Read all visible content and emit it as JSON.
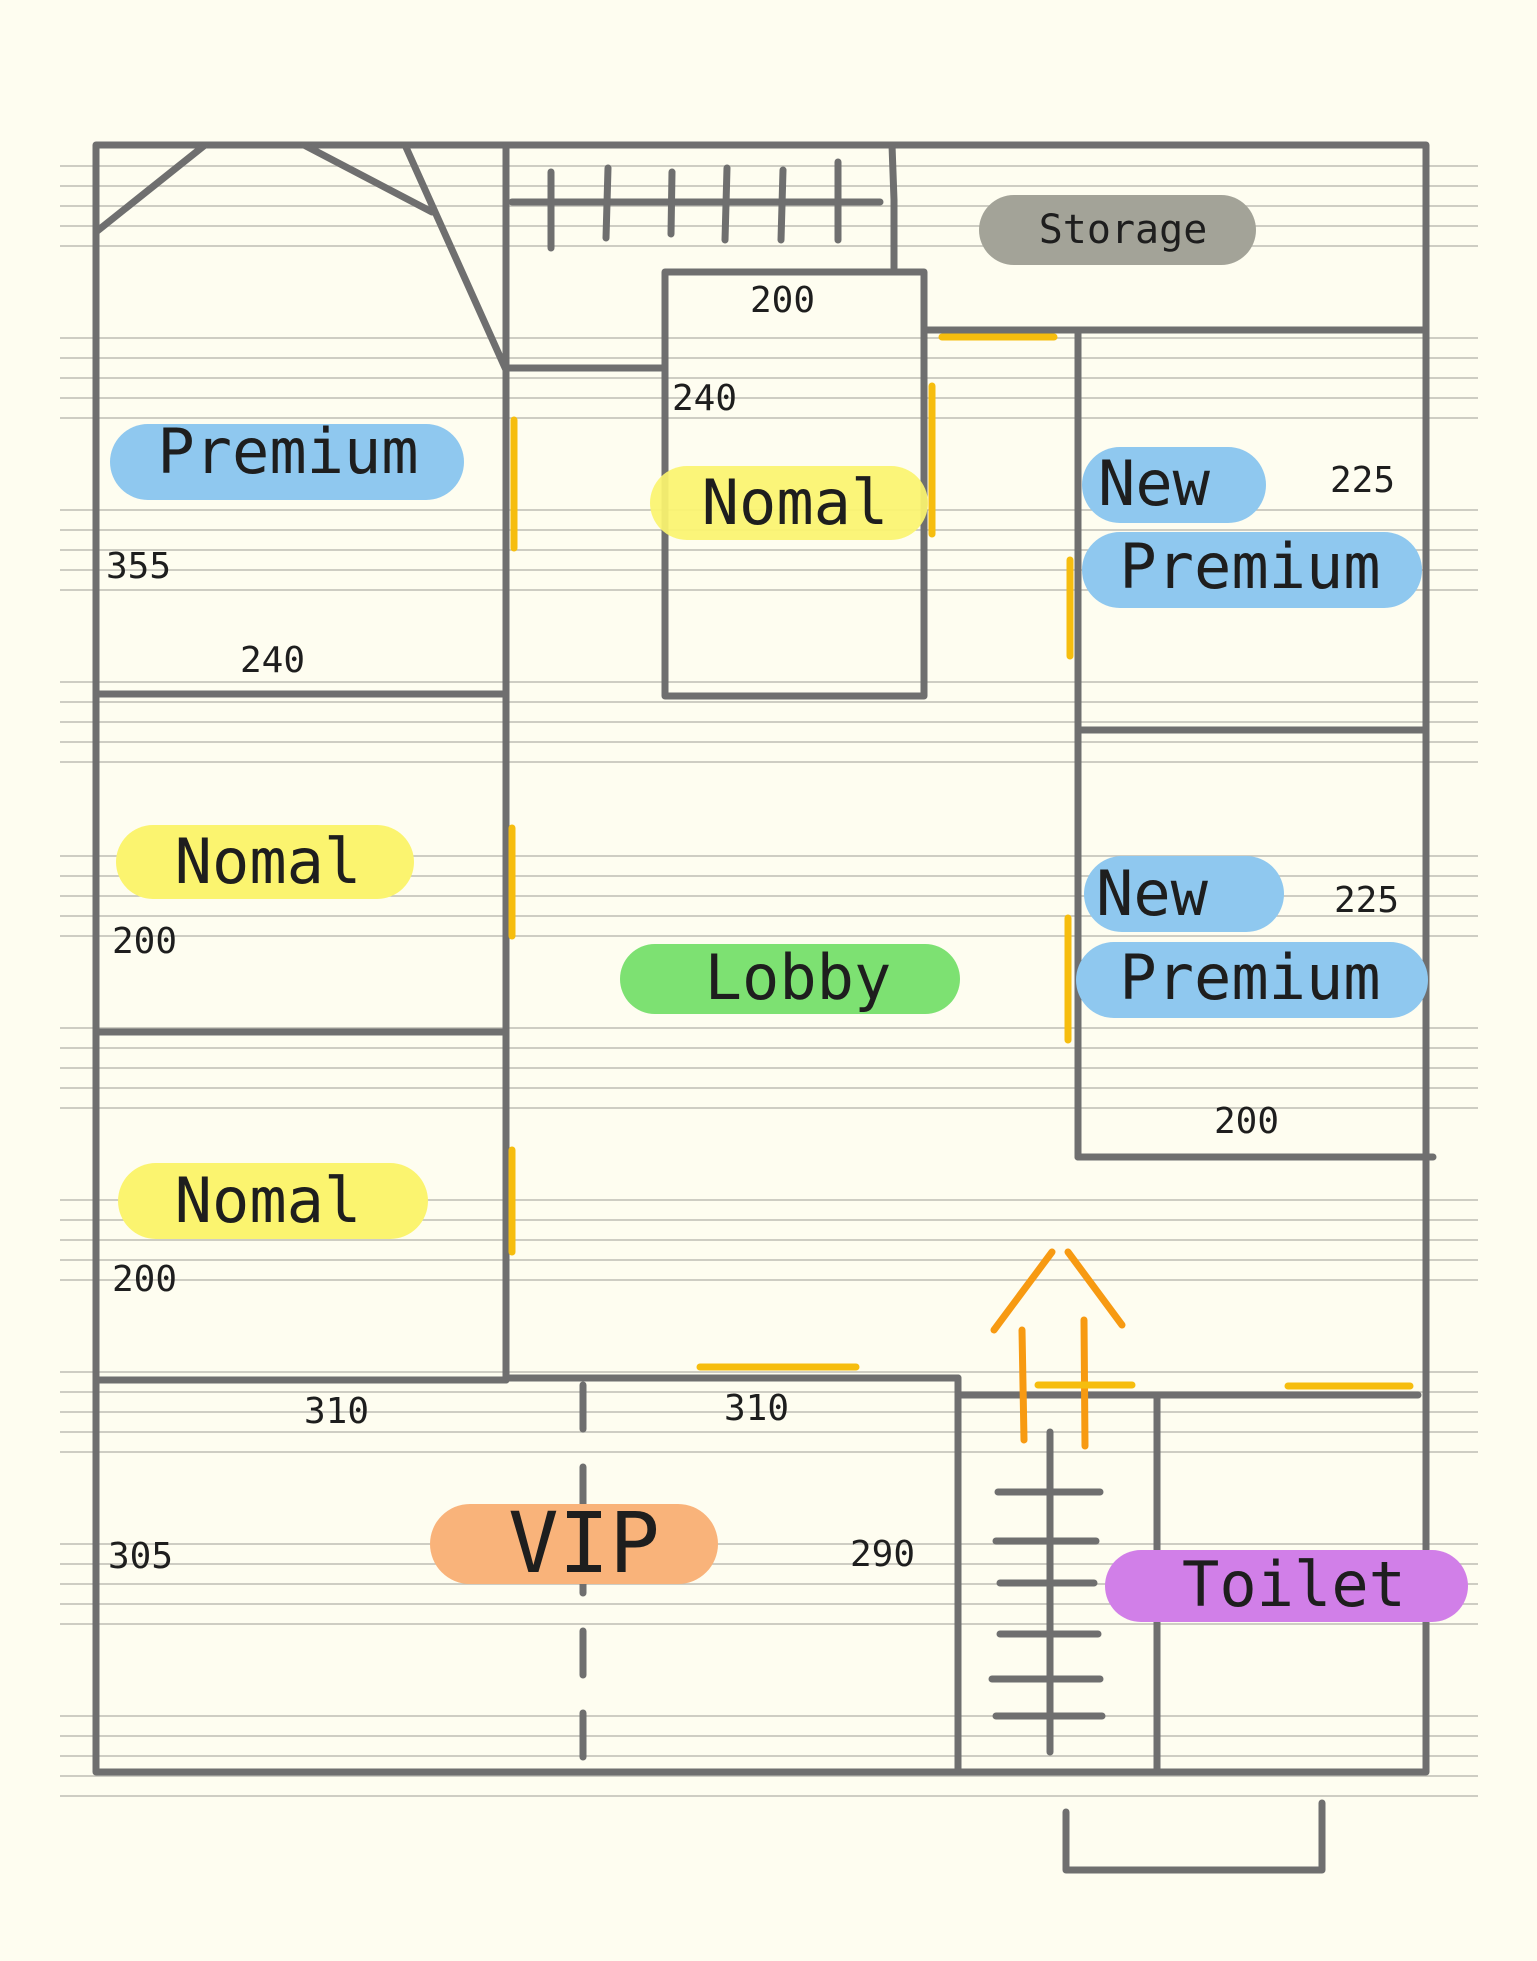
{
  "colors": {
    "background": "#fefdf0",
    "wall": "#6f6f6f",
    "door": "#f6bd0e",
    "arrow": "#f79a12",
    "premium": "#8fc8ef",
    "normal": "#fbf46f",
    "storage": "#a3a398",
    "lobby": "#7de172",
    "vip": "#f9b37a",
    "toilet": "#d17fe8"
  },
  "rooms": {
    "storage": {
      "label": "Storage"
    },
    "premium_left": {
      "label": "Premium",
      "depth": "355",
      "width": "240"
    },
    "normal_top": {
      "label": "Nomal",
      "width": "200",
      "depth": "240"
    },
    "new_premium_top": {
      "label_line1": "New",
      "label_line2": "Premium",
      "depth": "225"
    },
    "normal_left_1": {
      "label": "Nomal",
      "depth": "200"
    },
    "lobby": {
      "label": "Lobby"
    },
    "new_premium_bottom": {
      "label_line1": "New",
      "label_line2": "Premium",
      "depth": "225",
      "width": "200"
    },
    "normal_left_2": {
      "label": "Nomal",
      "depth": "200"
    },
    "vip": {
      "label": "VIP",
      "width_left": "310",
      "width_right": "310",
      "depth_left": "305",
      "depth_right": "290"
    },
    "toilet": {
      "label": "Toilet"
    }
  },
  "icons": {
    "stairs_top": "stairs-icon",
    "stairs_bottom": "stairs-icon",
    "entrance_arrow": "arrow-up-icon",
    "entrance": "entrance-icon"
  }
}
